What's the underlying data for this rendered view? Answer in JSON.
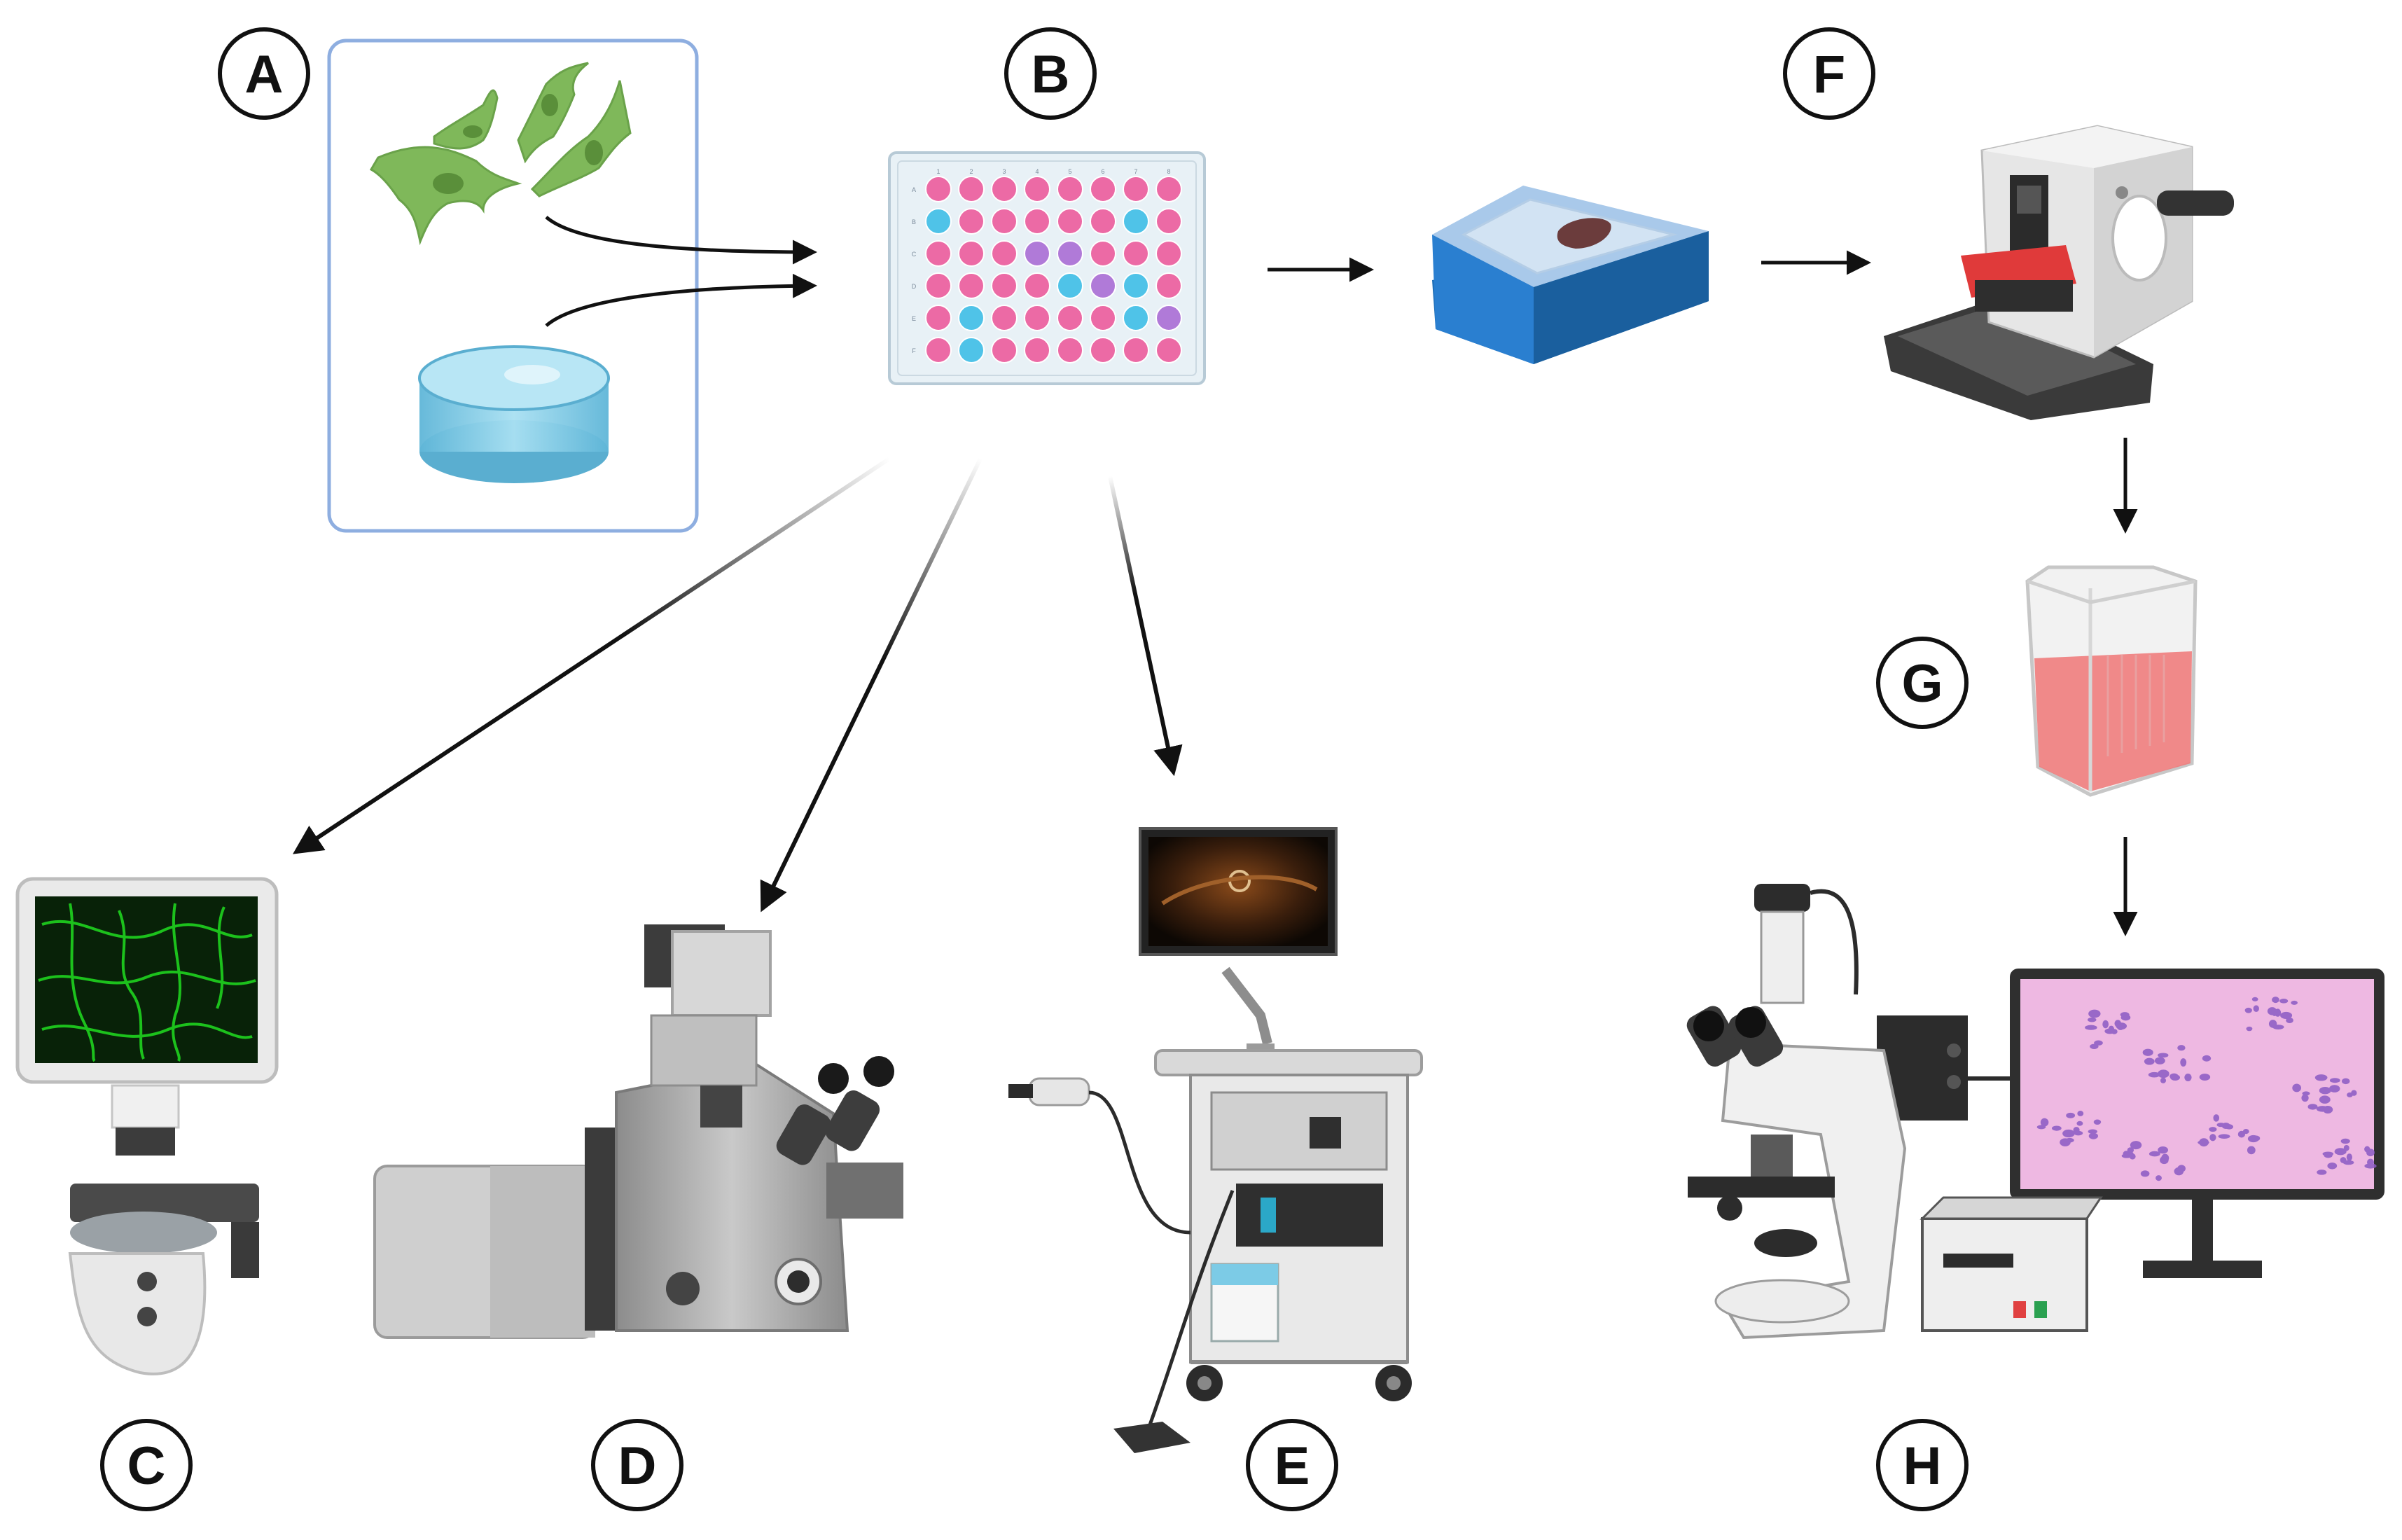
{
  "panels": [
    {
      "id": "A",
      "label": "A"
    },
    {
      "id": "B",
      "label": "B"
    },
    {
      "id": "C",
      "label": "C"
    },
    {
      "id": "D",
      "label": "D"
    },
    {
      "id": "E",
      "label": "E"
    },
    {
      "id": "F",
      "label": "F"
    },
    {
      "id": "G",
      "label": "G"
    },
    {
      "id": "H",
      "label": "H"
    }
  ],
  "plate": {
    "columns": [
      "1",
      "2",
      "3",
      "4",
      "5",
      "6",
      "7",
      "8"
    ],
    "rows": [
      "A",
      "B",
      "C",
      "D",
      "E",
      "F"
    ],
    "well_colors": {
      "pink": "#ec6aa5",
      "blue": "#4fc3e8",
      "purple": "#b07ad8"
    }
  },
  "colors": {
    "cell_green": "#7fb85a",
    "scaffold_blue": "#7ccbe6",
    "panel_border": "#8eaee0",
    "stain_pink": "#e58a96",
    "fluorescence_green": "#1fd31f",
    "tissue_purple": "#b49bd4"
  }
}
